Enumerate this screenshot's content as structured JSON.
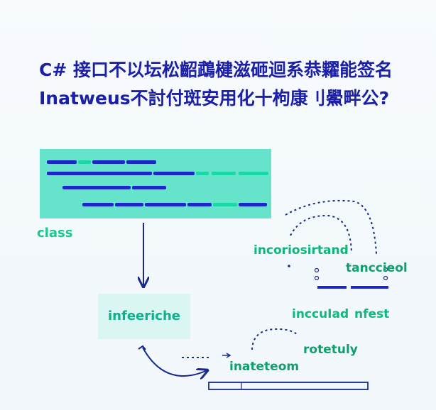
{
  "heading": {
    "line1": "C#   接口不以坛松齠鵡楗滋砸迴系恭糶能签名",
    "line2": "Inatweus不討付斑安用化十枸康刂鱟畔公?"
  },
  "diagram": {
    "class_label": "class",
    "interface_label": "infeeriche",
    "texts": [
      "incoriosirtand",
      "tanccieol",
      "inccuIad",
      "nfest",
      "rotetuly",
      "inatetеom"
    ],
    "colors": {
      "title": "#1b20a6",
      "code_background": "#65e4cb",
      "code_blue": "#1b28c7",
      "code_teal": "#1bd8a8",
      "interface_background": "#d9f6f3",
      "green_text": "#10b57b",
      "connector": "#1a2a8b"
    }
  }
}
